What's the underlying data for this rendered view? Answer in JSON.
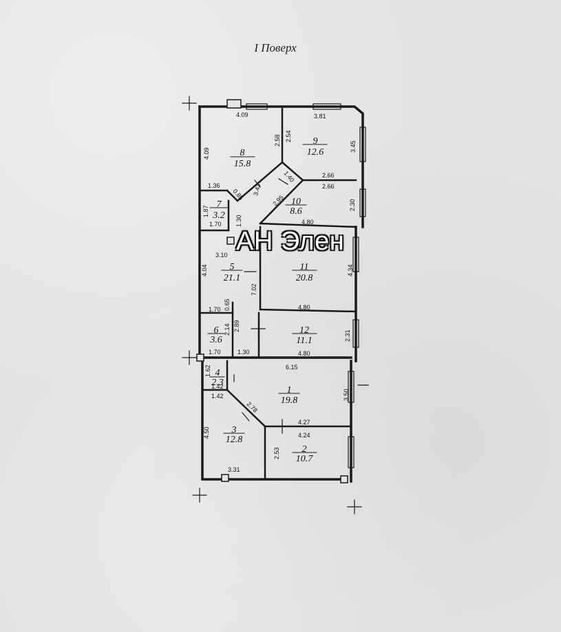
{
  "title": "I Поверх",
  "watermark": "АН Элен",
  "rooms": [
    {
      "num": "8",
      "area": "15.8"
    },
    {
      "num": "9",
      "area": "12.6"
    },
    {
      "num": "7",
      "area": "3.2"
    },
    {
      "num": "10",
      "area": "8.6"
    },
    {
      "num": "5",
      "area": "21.1"
    },
    {
      "num": "11",
      "area": "20.8"
    },
    {
      "num": "6",
      "area": "3.6"
    },
    {
      "num": "12",
      "area": "11.1"
    },
    {
      "num": "4",
      "area": "2.3"
    },
    {
      "num": "1",
      "area": "19.8"
    },
    {
      "num": "3",
      "area": "12.8"
    },
    {
      "num": "2",
      "area": "10.7"
    }
  ],
  "dims": [
    "4.09",
    "3.81",
    "2.58",
    "2.54",
    "3.45",
    "4.09",
    "1.40",
    "2.66",
    "2.66",
    "1.36",
    "0.85",
    "3.43",
    "2.95",
    "2.30",
    "1.87",
    "1.30",
    "1.70",
    "4.80",
    "3.10",
    "4.04",
    "7.02",
    "4.34",
    "1.70",
    "0.65",
    "4.80",
    "2.89",
    "2.14",
    "2.31",
    "1.70",
    "1.30",
    "4.80",
    "6.15",
    "1.62",
    "1.42",
    "1.42",
    "2.78",
    "3.50",
    "4.27",
    "4.24",
    "4.50",
    "2.53",
    "3.31"
  ]
}
